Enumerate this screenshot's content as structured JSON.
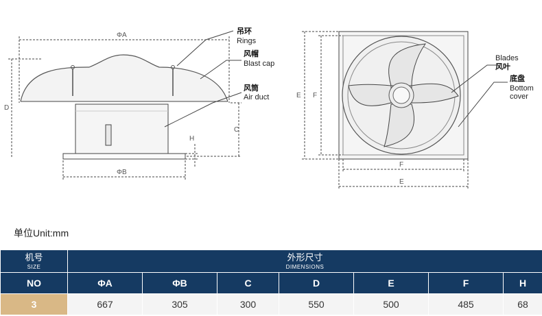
{
  "diagram": {
    "left_view": {
      "dim_a": "ΦA",
      "dim_b": "ΦB",
      "dim_c": "C",
      "dim_d": "D",
      "dim_h": "H",
      "callouts": {
        "rings_cn": "吊环",
        "rings_en": "Rings",
        "cap_cn": "风帽",
        "cap_en": "Blast cap",
        "duct_cn": "风筒",
        "duct_en": "Air duct"
      }
    },
    "right_view": {
      "dim_e_side": "E",
      "dim_f_side": "F",
      "dim_f_bottom": "F",
      "dim_e_bottom": "E",
      "callouts": {
        "blades_en": "Blades",
        "blades_cn": "风叶",
        "cover_cn": "底盘",
        "cover_en_1": "Bottom",
        "cover_en_2": "cover"
      }
    }
  },
  "unit_label": "单位Unit:mm",
  "table": {
    "size_cn": "机号",
    "size_en": "SIZE",
    "dimensions_cn": "外形尺寸",
    "dimensions_en": "DIMENSIONS",
    "columns": [
      "NO",
      "ΦA",
      "ΦB",
      "C",
      "D",
      "E",
      "F",
      "H"
    ],
    "rows": [
      [
        "3",
        "667",
        "305",
        "300",
        "550",
        "500",
        "485",
        "68"
      ]
    ]
  }
}
